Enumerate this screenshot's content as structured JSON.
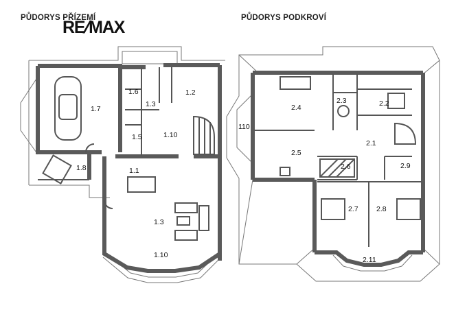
{
  "titles": {
    "ground": "PŮDORYS PŘÍZEMÍ",
    "attic": "PŮDORYS PODKROVÍ"
  },
  "logo": {
    "text": "RE/MAX"
  },
  "colors": {
    "wall": "#5a5a5a",
    "line": "#555555",
    "fill": "#ffffff"
  },
  "ground_rooms": [
    {
      "label": "1.7"
    },
    {
      "label": "1.6"
    },
    {
      "label": "1.3"
    },
    {
      "label": "1.2"
    },
    {
      "label": "1.5"
    },
    {
      "label": "1.10"
    },
    {
      "label": "1.8"
    },
    {
      "label": "1.1"
    },
    {
      "label": "1.3"
    },
    {
      "label": "1.10"
    }
  ],
  "attic_rooms": [
    {
      "label": "2.4"
    },
    {
      "label": "2.3"
    },
    {
      "label": "2.2"
    },
    {
      "label": "110"
    },
    {
      "label": "2.1"
    },
    {
      "label": "2.5"
    },
    {
      "label": "2.6"
    },
    {
      "label": "2.9"
    },
    {
      "label": "2.7"
    },
    {
      "label": "2.8"
    },
    {
      "label": "2.11"
    }
  ]
}
